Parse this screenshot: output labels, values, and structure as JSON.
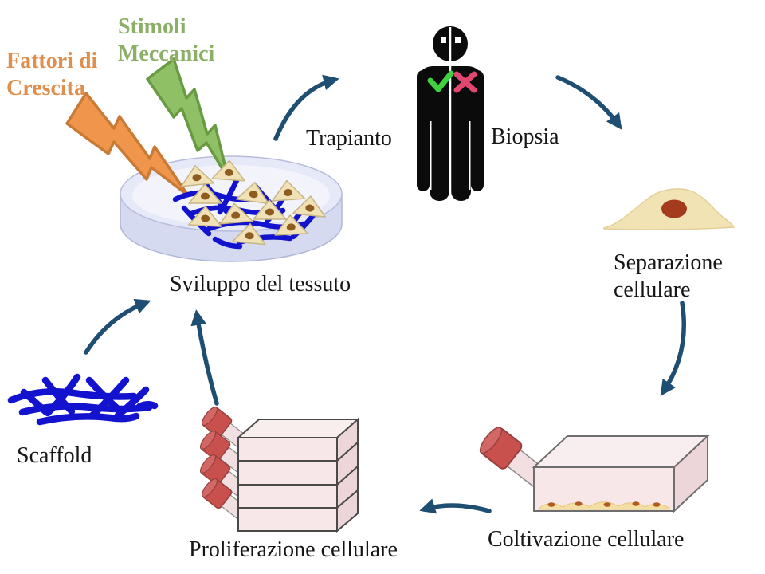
{
  "diagram": {
    "labels": {
      "growth_factors_line1": "Fattori di",
      "growth_factors_line2": "Crescita",
      "mechanical_stimuli_line1": "Stimoli",
      "mechanical_stimuli_line2": "Meccanici",
      "tissue_development": "Sviluppo del tessuto",
      "transplant": "Trapianto",
      "biopsy": "Biopsia",
      "cell_separation_line1": "Separazione",
      "cell_separation_line2": "cellulare",
      "cell_culture": "Coltivazione cellulare",
      "cell_proliferation": "Proliferazione cellulare",
      "scaffold": "Scaffold"
    },
    "colors": {
      "arrow": "#1F4E73",
      "growth_factors_text": "#DF8F4D",
      "mechanical_stimuli_text": "#8BAF66",
      "bolt_orange": "#F0954C",
      "bolt_orange_outline": "#C97B36",
      "bolt_green": "#8FC065",
      "bolt_green_outline": "#679A41",
      "scaffold_blue": "#1313CF",
      "dish_rim": "#D6DAF0",
      "dish_top": "#E6E9F7",
      "dish_floor": "#F3F4FB",
      "cell_body": "#F0E2B6",
      "cell_nucleus": "#8E5B21",
      "separated_cell_body": "#F2E3B4",
      "separated_cell_nucleus": "#A53B1D",
      "flask_front": "#F8E7E9",
      "flask_top": "#F9EEEF",
      "flask_side": "#EDD6D9",
      "flask_cap": "#C8504D",
      "human": "#0B0B0B",
      "check": "#3FD23F",
      "cross": "#E0476F",
      "label_text": "#161616"
    }
  }
}
